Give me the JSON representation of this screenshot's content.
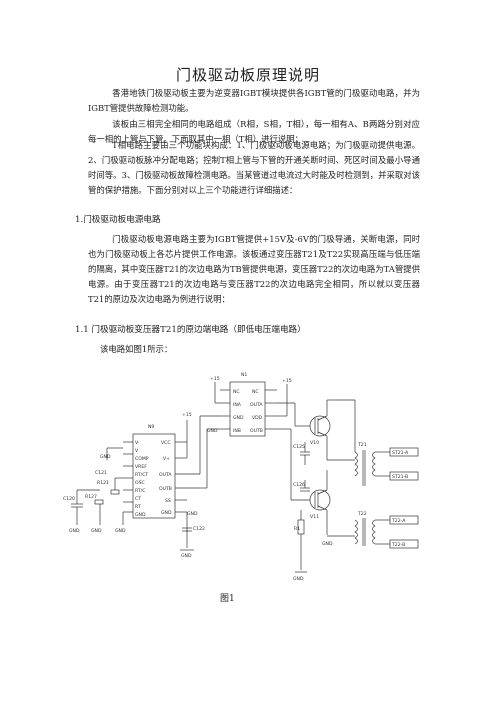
{
  "doc": {
    "title": "门极驱动板原理说明",
    "intro_p1": "香港地铁门极驱动板主要为逆变器IGBT模块提供各IGBT管的门极驱动电路，并为IGBT管提供故障检测功能。",
    "intro_p2": "该板由三相完全相同的电路组成（R相，S相，T相），每一相有A、B两路分别对应每一相的上管与下管。下面取其中一相（T相）进行说明；",
    "intro_p3": "T相电路主要由三个功能块构成：1、门极驱动板电源电路；为门极驱动提供电源。2、门极驱动板脉冲分配电路；控制T相上管与下管的开通关断时间、死区时间及最小导通时间等。3、门极驱动板故障检测电路。当某管道过电流过大时能及时检测到，并采取对该管的保护措施。下面分别对以上三个功能进行详细描述：",
    "section1_heading": "1.门极驱动板电源电路",
    "section1_body": "门极驱动板电源电路主要为IGBT管提供+15V及-6V的门极导通，关断电源，同时也为门极驱动板上各芯片提供工作电源。该板通过变压器T21及T22实现高压端与低压端的隔离，其中变压器T21的次边电路为TB管提供电源，变压器T22的次边电路为TA管提供电源。由于变压器T21的次边电路与变压器T22的次边电路完全相同，所以就以变压器T21的原边及次边电路为例进行说明：",
    "section11_heading": "1.1 门极驱动板变压器T21的原边端电路（即低电压端电路）",
    "section11_body": "该电路如图1所示：",
    "caption": "图1"
  },
  "schematic": {
    "ic_n1": "N1",
    "n1_nc_left": "NC",
    "n1_nc_right": "NC",
    "n1_ina": "INA",
    "n1_outa": "OUTA",
    "n1_gnd": "GND",
    "n1_vdd": "VDD",
    "n1_inb": "INB",
    "n1_outb": "OUTB",
    "ic_n9": "N9",
    "n9_left_pins": [
      "V-",
      "V",
      "COMP",
      "VREF",
      "RT/CT",
      "OSC",
      "RT/C",
      "CT",
      "RT",
      "GND"
    ],
    "n9_right_pins": [
      "VCC",
      "V+",
      "OUTA",
      "OUTB",
      "SS",
      "GND"
    ],
    "v15_a": "+15",
    "v15_b": "+15",
    "v15_c": "+15",
    "gnd": "GND",
    "q1": "V10",
    "q2": "V11",
    "t21": "T21",
    "t22": "T22",
    "r121": "R121",
    "r127": "R127",
    "r1": "R1",
    "c120": "C120",
    "c121": "C121",
    "c122": "C122",
    "c125": "C125",
    "c126": "C126",
    "out_labels": [
      "ST21-A",
      "ST21-B",
      "T22-A",
      "T22-B"
    ]
  }
}
